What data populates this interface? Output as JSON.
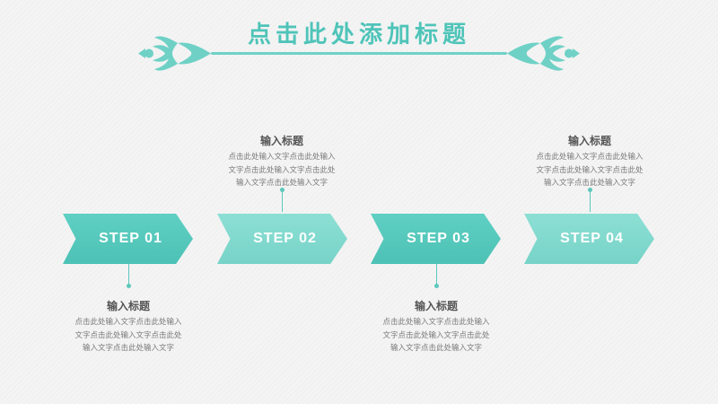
{
  "slide": {
    "title": "点击此处添加标题",
    "accent_color": "#4fc4b9"
  },
  "steps": [
    {
      "label": "STEP  01",
      "tone": "dark",
      "text_position": "below",
      "heading": "输入标题",
      "lines": [
        "点击此处输入文字点击此处输入",
        "文字点击此处输入文字点击此处",
        "输入文字点击此处输入文字"
      ]
    },
    {
      "label": "STEP  02",
      "tone": "light",
      "text_position": "above",
      "heading": "输入标题",
      "lines": [
        "点击此处输入文字点击此处输入",
        "文字点击此处输入文字点击此处",
        "输入文字点击此处输入文字"
      ]
    },
    {
      "label": "STEP  03",
      "tone": "dark",
      "text_position": "below",
      "heading": "输入标题",
      "lines": [
        "点击此处输入文字点击此处输入",
        "文字点击此处输入文字点击此处",
        "输入文字点击此处输入文字"
      ]
    },
    {
      "label": "STEP  04",
      "tone": "light",
      "text_position": "above",
      "heading": "输入标题",
      "lines": [
        "点击此处输入文字点击此处输入",
        "文字点击此处输入文字点击此处",
        "输入文字点击此处输入文字"
      ]
    }
  ]
}
